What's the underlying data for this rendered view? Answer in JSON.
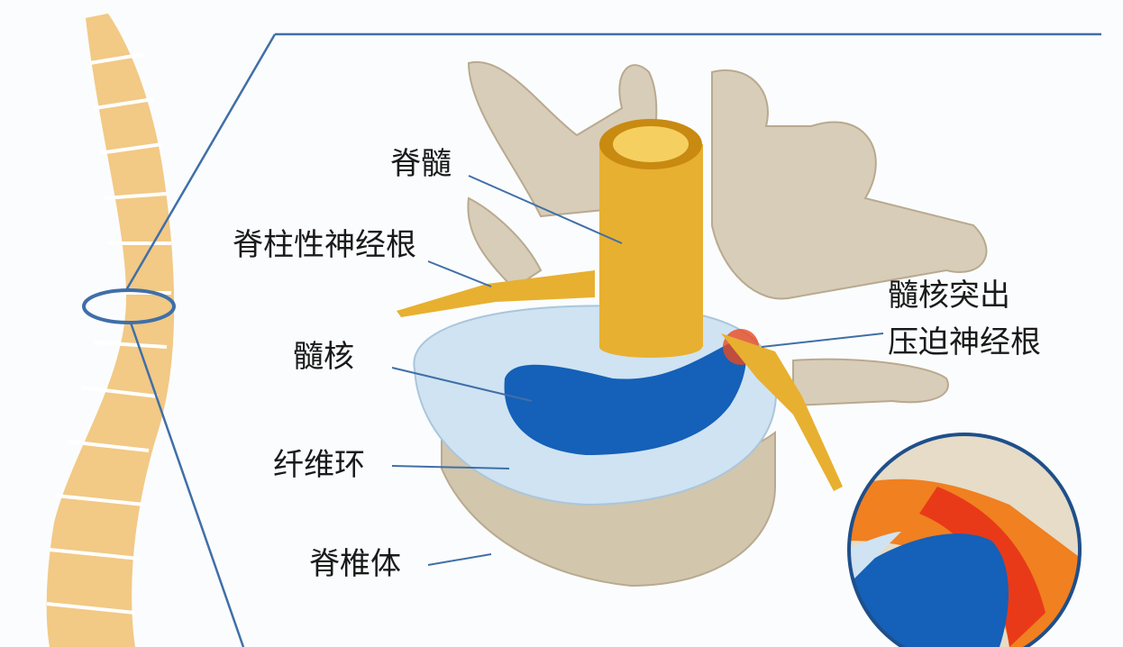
{
  "labels": {
    "spinal_cord": "脊髓",
    "spinal_nerve_root": "脊柱性神经根",
    "nucleus_pulposus": "髓核",
    "annulus_fibrosus": "纤维环",
    "vertebral_body": "脊椎体",
    "herniation_line1": "髓核突出",
    "herniation_line2": "压迫神经根"
  },
  "colors": {
    "bone": "#d8cdb8",
    "spinal_cord": "#e8b030",
    "nucleus": "#1560b8",
    "annulus": "#cfe3f2",
    "frame_line": "#3f6fa8",
    "inflammation": "#e84a20"
  }
}
